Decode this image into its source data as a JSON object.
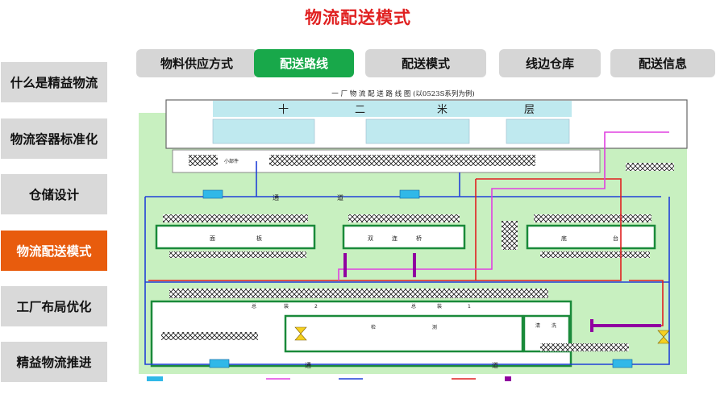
{
  "page_title": "物流配送模式",
  "side_nav": [
    {
      "label": "什么是精益物流",
      "active": false
    },
    {
      "label": "物流容器标准化",
      "active": false
    },
    {
      "label": "仓储设计",
      "active": false
    },
    {
      "label": "物流配送模式",
      "active": true
    },
    {
      "label": "工厂布局优化",
      "active": false
    },
    {
      "label": "精益物流推进",
      "active": false
    }
  ],
  "tabs": [
    {
      "label": "物料供应方式",
      "active": false
    },
    {
      "label": "配送路线",
      "active": true
    },
    {
      "label": "配送模式",
      "active": false
    },
    {
      "label": "线边仓库",
      "active": false
    },
    {
      "label": "配送信息",
      "active": false
    }
  ],
  "diagram": {
    "title": "一 厂 物 流 配 送 路 线 图 (以0523S系列为例)",
    "crane_label": [
      "十",
      "二",
      "米",
      "层"
    ],
    "zones": {
      "mianban": [
        "面",
        "板"
      ],
      "shuanglianqiao": [
        "双",
        "连",
        "桥"
      ],
      "ditai": [
        "底",
        "台"
      ],
      "zongzhuang2": [
        "总",
        "装",
        "2"
      ],
      "zongzhuang1": [
        "总",
        "装",
        "1"
      ],
      "jiance": [
        "检",
        "测"
      ],
      "qingxi": [
        "清",
        "洗"
      ]
    },
    "passage_labels": [
      "通",
      "道"
    ],
    "small_parts": "小部件",
    "colors": {
      "ground": "#c8f0c0",
      "hall": "#bfe9ef",
      "route_blue": "#2040d8",
      "route_red": "#e02020",
      "route_magenta": "#e040e0",
      "route_purple": "#9000a0",
      "station_green": "#1a8a3a",
      "rack_blue": "#30b8e8",
      "lift_yellow": "#f5d020"
    }
  }
}
